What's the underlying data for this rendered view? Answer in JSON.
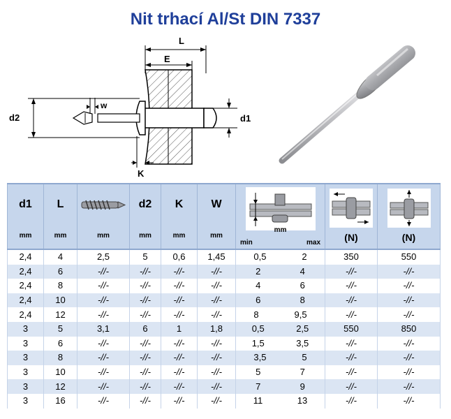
{
  "title": "Nit trhací Al/St DIN 7337",
  "diagram": {
    "label_L": "L",
    "label_E": "E",
    "label_d2": "d2",
    "label_d1": "d1",
    "label_w": "w",
    "label_K": "K"
  },
  "table": {
    "headers": [
      {
        "symbol": "d1",
        "unit": "mm"
      },
      {
        "symbol": "L",
        "unit": "mm"
      },
      {
        "symbol": "",
        "unit": "mm",
        "icon": "mandrel-icon"
      },
      {
        "symbol": "d2",
        "unit": "mm"
      },
      {
        "symbol": "K",
        "unit": "mm"
      },
      {
        "symbol": "W",
        "unit": "mm"
      },
      {
        "symbol": "",
        "unit": "mm",
        "icon": "grip-range-icon",
        "sub_min": "min",
        "sub_max": "max"
      },
      {
        "symbol": "(N)",
        "unit": "",
        "icon": "shear-force-icon"
      },
      {
        "symbol": "(N)",
        "unit": "",
        "icon": "tensile-force-icon"
      }
    ],
    "rows": [
      {
        "d1": "2,4",
        "L": "4",
        "mandrel": "2,5",
        "d2": "5",
        "K": "0,6",
        "W": "1,45",
        "min": "0,5",
        "max": "2",
        "shear": "350",
        "tensile": "550"
      },
      {
        "d1": "2,4",
        "L": "6",
        "mandrel": "-//-",
        "d2": "-//-",
        "K": "-//-",
        "W": "-//-",
        "min": "2",
        "max": "4",
        "shear": "-//-",
        "tensile": "-//-"
      },
      {
        "d1": "2,4",
        "L": "8",
        "mandrel": "-//-",
        "d2": "-//-",
        "K": "-//-",
        "W": "-//-",
        "min": "4",
        "max": "6",
        "shear": "-//-",
        "tensile": "-//-"
      },
      {
        "d1": "2,4",
        "L": "10",
        "mandrel": "-//-",
        "d2": "-//-",
        "K": "-//-",
        "W": "-//-",
        "min": "6",
        "max": "8",
        "shear": "-//-",
        "tensile": "-//-"
      },
      {
        "d1": "2,4",
        "L": "12",
        "mandrel": "-//-",
        "d2": "-//-",
        "K": "-//-",
        "W": "-//-",
        "min": "8",
        "max": "9,5",
        "shear": "-//-",
        "tensile": "-//-"
      },
      {
        "d1": "3",
        "L": "5",
        "mandrel": "3,1",
        "d2": "6",
        "K": "1",
        "W": "1,8",
        "min": "0,5",
        "max": "2,5",
        "shear": "550",
        "tensile": "850"
      },
      {
        "d1": "3",
        "L": "6",
        "mandrel": "-//-",
        "d2": "-//-",
        "K": "-//-",
        "W": "-//-",
        "min": "1,5",
        "max": "3,5",
        "shear": "-//-",
        "tensile": "-//-"
      },
      {
        "d1": "3",
        "L": "8",
        "mandrel": "-//-",
        "d2": "-//-",
        "K": "-//-",
        "W": "-//-",
        "min": "3,5",
        "max": "5",
        "shear": "-//-",
        "tensile": "-//-"
      },
      {
        "d1": "3",
        "L": "10",
        "mandrel": "-//-",
        "d2": "-//-",
        "K": "-//-",
        "W": "-//-",
        "min": "5",
        "max": "7",
        "shear": "-//-",
        "tensile": "-//-"
      },
      {
        "d1": "3",
        "L": "12",
        "mandrel": "-//-",
        "d2": "-//-",
        "K": "-//-",
        "W": "-//-",
        "min": "7",
        "max": "9",
        "shear": "-//-",
        "tensile": "-//-"
      },
      {
        "d1": "3",
        "L": "16",
        "mandrel": "-//-",
        "d2": "-//-",
        "K": "-//-",
        "W": "-//-",
        "min": "11",
        "max": "13",
        "shear": "-//-",
        "tensile": "-//-"
      }
    ]
  },
  "colors": {
    "title": "#1f3f9a",
    "header_bg": "#c6d6ec",
    "alt_row_bg": "#dbe5f3"
  }
}
